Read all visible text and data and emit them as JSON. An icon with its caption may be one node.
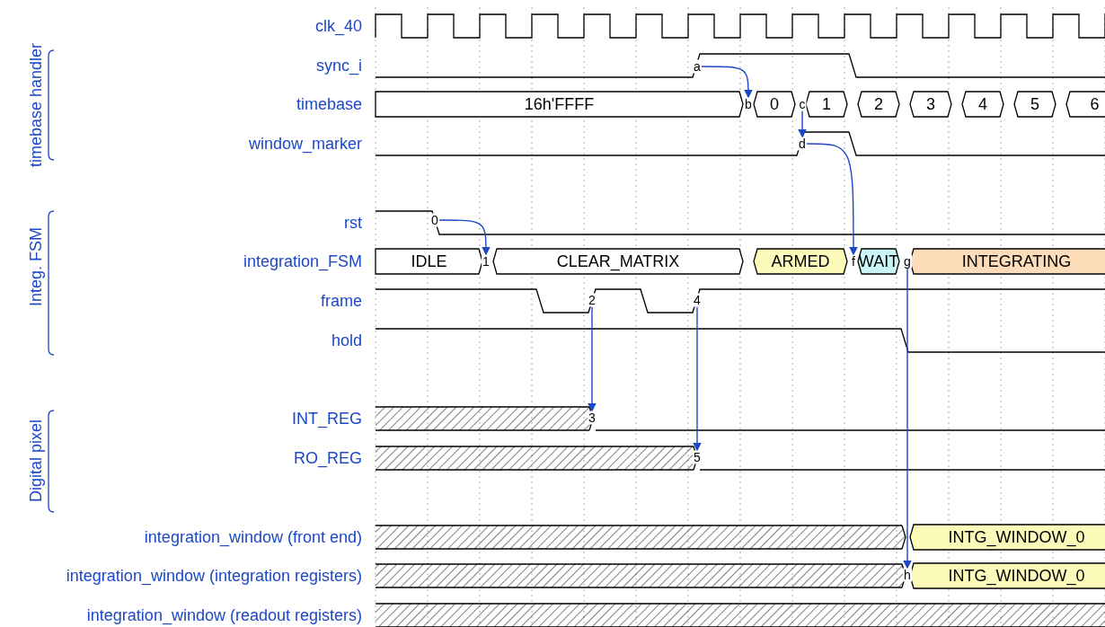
{
  "diagram": {
    "nodes": [
      {
        "text": [
          "a"
        ]
      },
      {
        "text": [
          "16h'FFFF"
        ]
      },
      {
        "text": [
          "b"
        ]
      },
      {
        "text": [
          "0"
        ]
      },
      {
        "text": [
          "c"
        ]
      },
      {
        "text": [
          "1"
        ]
      },
      {
        "text": [
          "2"
        ]
      },
      {
        "text": [
          "3"
        ]
      },
      {
        "text": [
          "4"
        ]
      },
      {
        "text": [
          "5"
        ]
      },
      {
        "text": [
          "6"
        ]
      },
      {
        "text": [
          "d"
        ]
      },
      {
        "text": [
          "0"
        ]
      },
      {
        "text": [
          "IDLE"
        ]
      },
      {
        "text": [
          "1"
        ]
      },
      {
        "text": [
          "CLEAR_MATRIX"
        ]
      },
      {
        "text": [
          "ARMED"
        ]
      },
      {
        "text": [
          "f"
        ]
      },
      {
        "text": [
          "WAIT"
        ]
      },
      {
        "text": [
          "g"
        ]
      },
      {
        "text": [
          "INTEGRATING"
        ]
      },
      {
        "text": [
          "2"
        ]
      },
      {
        "text": [
          "4"
        ]
      },
      {
        "text": [
          "3"
        ]
      },
      {
        "text": [
          "5"
        ]
      },
      {
        "text": [
          "INTG_WINDOW_0"
        ]
      },
      {
        "text": [
          "h"
        ]
      },
      {
        "text": [
          "INTG_WINDOW_0"
        ]
      }
    ],
    "edges": [
      {
        "from": 0,
        "to": 2,
        "arrow": "to"
      },
      {
        "from": 4,
        "to": 11,
        "arrow": "to"
      },
      {
        "from": 11,
        "to": 17,
        "arrow": "to"
      },
      {
        "from": 12,
        "to": 14,
        "arrow": "to"
      },
      {
        "from": 21,
        "to": 23,
        "arrow": "to"
      },
      {
        "from": 22,
        "to": 24,
        "arrow": "to"
      },
      {
        "from": 19,
        "to": 26,
        "arrow": "to"
      }
    ],
    "labels": [
      "clk_40",
      "timebase handler",
      "sync_i",
      "timebase",
      "window_marker",
      "Integ. FSM",
      "rst",
      "integration_FSM",
      "frame",
      "hold",
      "Digital pixel",
      "INT_REG",
      "RO_REG",
      "integration_window (front end)",
      "integration_window (integration registers)",
      "integration_window (readout registers)"
    ]
  }
}
